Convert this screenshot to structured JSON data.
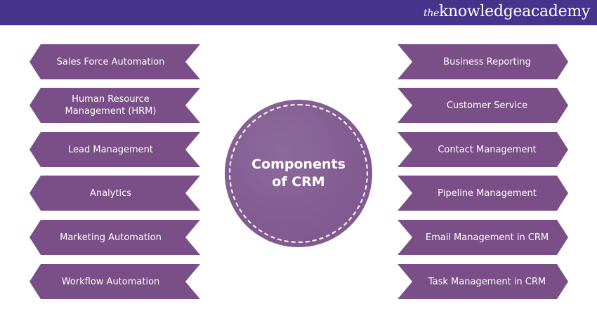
{
  "header": {
    "logo_text": "theknowledgeacademy",
    "logo_prefix": "the",
    "logo_main": "knowledgeacademy"
  },
  "center": {
    "line1": "Components",
    "line2": "of CRM"
  },
  "left_items": [
    "Sales Force Automation",
    "Human Resource Management (HRM)",
    "Lead Management",
    "Analytics",
    "Marketing Automation",
    "Workflow Automation"
  ],
  "right_items": [
    "Business Reporting",
    "Customer Service",
    "Contact Management",
    "Pipeline Management",
    "Email Management in CRM",
    "Task Management in CRM"
  ],
  "colors": {
    "header": "#45338c",
    "item": "#7a4f88",
    "circle": "#85609a"
  }
}
